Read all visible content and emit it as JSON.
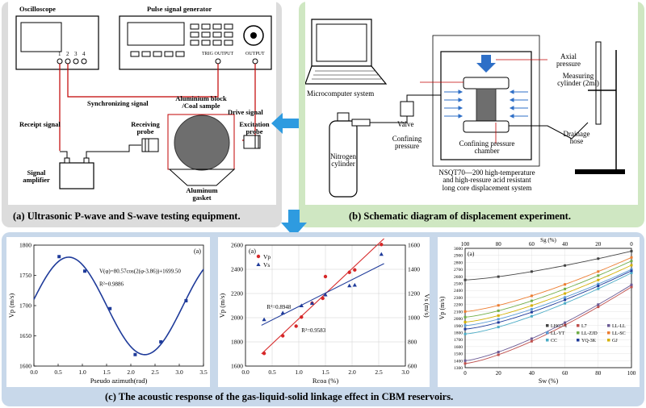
{
  "panel_a": {
    "caption": "(a) Ultrasonic P-wave and S-wave testing equipment.",
    "oscilloscope": "Oscilloscope",
    "pulse_generator": "Pulse signal generator",
    "channels": [
      "1",
      "2",
      "3",
      "4"
    ],
    "trig_output": "TRIG OUTPUT",
    "output": "OUTPUT",
    "synchronizing": "Synchronizing signal",
    "receipt": "Receipt signal",
    "drive": "Drive signal",
    "block_line1": "Aluminium block",
    "block_line2": "/Coal sample",
    "receiving_line1": "Receiving",
    "receiving_line2": "probe",
    "excitation_line1": "Excitation",
    "excitation_line2": "probe",
    "amplifier_line1": "Signal",
    "amplifier_line2": "amplifier",
    "gasket_line1": "Aluminum",
    "gasket_line2": "gasket"
  },
  "panel_b": {
    "caption": "(b) Schematic diagram of displacement experiment.",
    "microcomputer": "Microcomputer system",
    "valve": "Valve",
    "axial_line1": "Axial",
    "axial_line2": "pressure",
    "measuring_line1": "Measuring",
    "measuring_line2": "cylinder (2ml)",
    "confining_line1": "Confining",
    "confining_line2": "pressure",
    "chamber_line1": "Confining pressure",
    "chamber_line2": "chamber",
    "nitrogen_line1": "Nitrogen",
    "nitrogen_line2": "cylinder",
    "drainage_line1": "Drainage",
    "drainage_line2": "hose",
    "system_line1": "NSQT70—200 high-temperature",
    "system_line2": "and high-ressure acid resistant",
    "system_line3": "long core displacement system"
  },
  "panel_c": {
    "caption": "(c) The acoustic response of the gas-liquid-solid linkage effect in CBM reservoirs."
  },
  "colors": {
    "panel_a_frame": "#dcdcdc",
    "panel_b_frame": "#cfe7c2",
    "panel_c_frame": "#c8d8ea",
    "arrow": "#2e9be0",
    "red_series": "#d62728",
    "blue_series": "#1f3b9a"
  },
  "chart_data": [
    {
      "type": "line",
      "panel_label": "(a)",
      "xlabel": "Pseudo azimuth(rad)",
      "ylabel": "Vp (m/s)",
      "xlim": [
        0.0,
        3.5
      ],
      "ylim": [
        1600,
        1800
      ],
      "xticks": [
        "0.0",
        "0.5",
        "1.0",
        "1.5",
        "2.0",
        "2.5",
        "3.0",
        "3.5"
      ],
      "yticks": [
        "1600",
        "1650",
        "1700",
        "1750",
        "1800"
      ],
      "equation": "V(φ)=80.57cos(2(φ-3.86))+1699.50",
      "r2": "R²=0.9886",
      "fit": {
        "amplitude": 80.57,
        "phase": 3.86,
        "offset": 1699.5
      },
      "points": [
        [
          0.52,
          1781
        ],
        [
          1.05,
          1757
        ],
        [
          1.57,
          1695
        ],
        [
          2.09,
          1619
        ],
        [
          2.62,
          1640
        ],
        [
          3.14,
          1708
        ]
      ]
    },
    {
      "type": "scatter",
      "panel_label": "(a)",
      "xlabel": "Rcoa (%)",
      "ylabel_left": "Vp (m/s)",
      "ylabel_right": "Vs (m/s)",
      "xlim": [
        0.0,
        3.0
      ],
      "ylim_left": [
        1600,
        2600
      ],
      "ylim_right": [
        600,
        1600
      ],
      "xticks": [
        "0.0",
        "0.5",
        "1.0",
        "1.5",
        "2.0",
        "2.5",
        "3.0"
      ],
      "yticks_left": [
        "1600",
        "1800",
        "2000",
        "2200",
        "2400",
        "2600"
      ],
      "yticks_right": [
        "600",
        "800",
        "1000",
        "1200",
        "1400",
        "1600"
      ],
      "grid": true,
      "legend": [
        "Vp",
        "Vs"
      ],
      "series": [
        {
          "name": "Vp",
          "r2": "R²=0.9583",
          "points": [
            [
              0.35,
              1705
            ],
            [
              0.7,
              1850
            ],
            [
              0.95,
              1930
            ],
            [
              1.05,
              2005
            ],
            [
              1.25,
              2120
            ],
            [
              1.45,
              2160
            ],
            [
              1.5,
              2340
            ],
            [
              1.95,
              2375
            ],
            [
              2.05,
              2395
            ],
            [
              2.55,
              2605
            ]
          ]
        },
        {
          "name": "Vs",
          "r2": "R²=0.8948",
          "points": [
            [
              0.35,
              985
            ],
            [
              0.7,
              1040
            ],
            [
              1.05,
              1100
            ],
            [
              1.25,
              1120
            ],
            [
              1.5,
              1190
            ],
            [
              1.95,
              1265
            ],
            [
              2.05,
              1270
            ],
            [
              2.55,
              1525
            ]
          ]
        }
      ]
    },
    {
      "type": "line",
      "panel_label": "(a)",
      "xlabel": "Sw (%)",
      "xlabel_top": "Sg (%)",
      "ylabel": "Vp (m/s)",
      "xlim": [
        0,
        100
      ],
      "xlim_top": [
        100,
        0
      ],
      "ylim": [
        1300,
        3000
      ],
      "xticks": [
        "0",
        "20",
        "40",
        "60",
        "80",
        "100"
      ],
      "xticks_top": [
        "100",
        "80",
        "60",
        "40",
        "20",
        "0"
      ],
      "yticks": [
        "1300",
        "1400",
        "1500",
        "1600",
        "1700",
        "1800",
        "1900",
        "2000",
        "2100",
        "2200",
        "2300",
        "2400",
        "2500",
        "2600",
        "2700",
        "2800",
        "2900",
        "3000"
      ],
      "grid": true,
      "legend": [
        "LHG7-1",
        "L7",
        "LL-LL",
        "LL-YT",
        "LL-ZJD",
        "LL-SC",
        "CC",
        "YQ-3K",
        "GJ"
      ],
      "series": [
        {
          "name": "LHG7-1",
          "color": "#444444",
          "start": 2550,
          "end": 2960
        },
        {
          "name": "L7",
          "color": "#c0504d",
          "start": 1360,
          "end": 2450
        },
        {
          "name": "LL-LL",
          "color": "#6b5b95",
          "start": 1400,
          "end": 2480
        },
        {
          "name": "LL-YT",
          "color": "#5b9bd5",
          "start": 1900,
          "end": 2700
        },
        {
          "name": "LL-ZJD",
          "color": "#70ad47",
          "start": 2020,
          "end": 2820
        },
        {
          "name": "LL-SC",
          "color": "#ed7d31",
          "start": 2100,
          "end": 2870
        },
        {
          "name": "CC",
          "color": "#4bacc6",
          "start": 1780,
          "end": 2650
        },
        {
          "name": "YQ-3K",
          "color": "#1f3b9a",
          "start": 1850,
          "end": 2680
        },
        {
          "name": "GJ",
          "color": "#d4b106",
          "start": 1950,
          "end": 2760
        }
      ]
    }
  ]
}
